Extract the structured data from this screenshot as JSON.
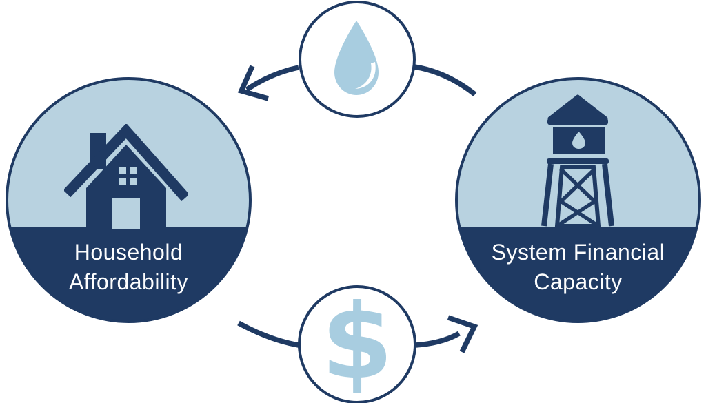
{
  "nodes": {
    "household": {
      "line1": "Household",
      "line2": "Affordability",
      "icon": "house"
    },
    "system": {
      "line1": "System Financial",
      "line2": "Capacity",
      "icon": "water-tower"
    },
    "water": {
      "icon": "water-drop"
    },
    "money": {
      "icon": "dollar-sign",
      "symbol": "$"
    }
  },
  "flow": {
    "top_arrow": "right-to-left",
    "bottom_arrow": "left-to-right"
  },
  "colors": {
    "navy": "#1F3A63",
    "light_blue": "#B8D2E0",
    "icon_blue": "#A8CDE0",
    "background": "#FFFFFF",
    "label_text": "#FFFFFF"
  }
}
